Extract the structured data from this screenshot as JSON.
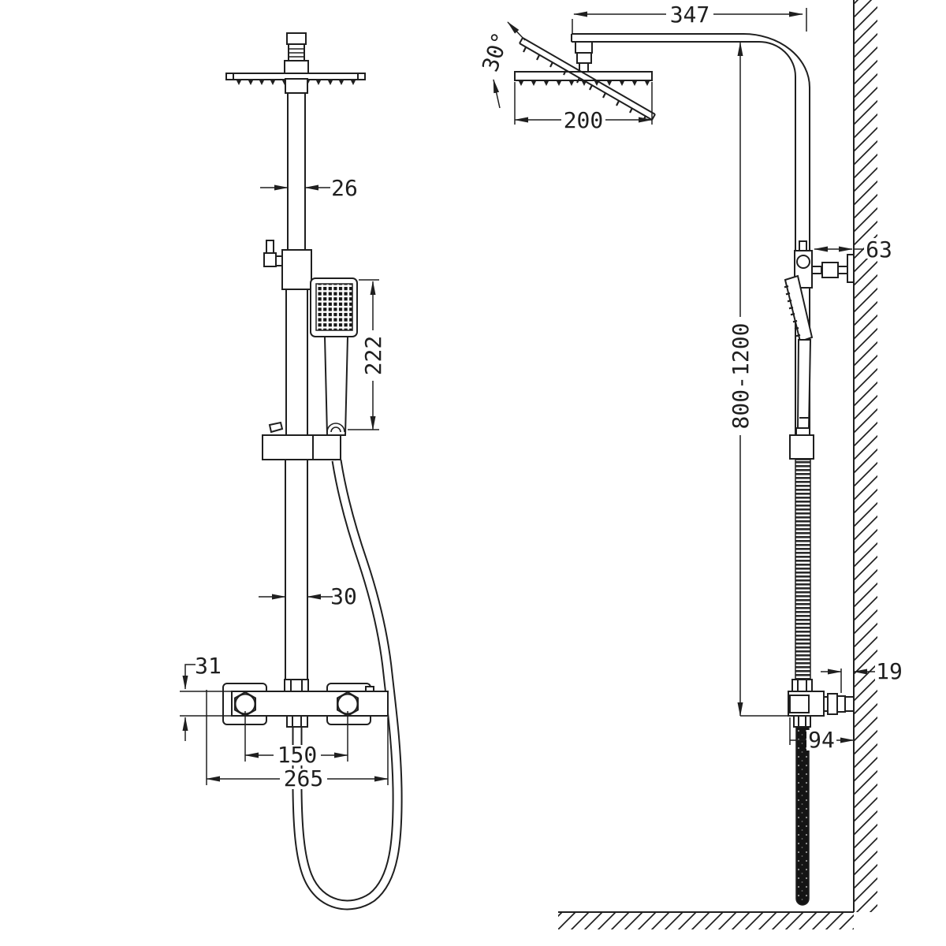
{
  "document": {
    "type": "technical line drawing, front view and side view of a wall-mounted thermostatic shower column",
    "background": "#ffffff",
    "line_color": "#1f1f1f"
  },
  "dimensions": {
    "arm_length": "347",
    "head_tilt_angle": "30°",
    "head_width": "200",
    "upper_pipe_width": "26",
    "wall_bracket_offset": "63",
    "hand_shower_length": "222",
    "riser_height_range": "800-1200",
    "lower_pipe_width": "30",
    "valve_body_height": "31",
    "inlet_center_distance": "150",
    "valve_overall_width": "265",
    "wall_clearance": "19",
    "valve_depth_from_wall": "94"
  }
}
